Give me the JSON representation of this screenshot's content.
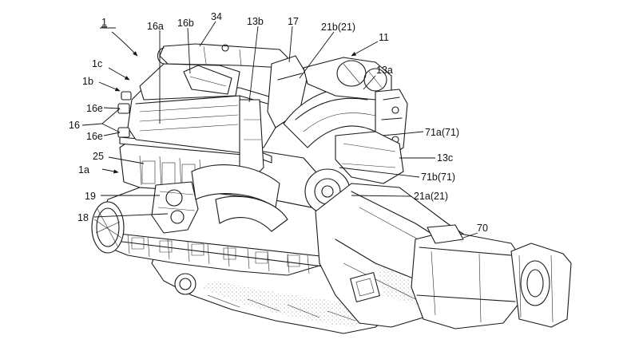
{
  "labels": {
    "l1": "1",
    "l1c": "1c",
    "l1b": "1b",
    "l16e_a": "16e",
    "l16": "16",
    "l16e_b": "16e",
    "l1a": "1a",
    "l25": "25",
    "l19": "19",
    "l18": "18",
    "l16a": "16a",
    "l16b": "16b",
    "l34": "34",
    "l13b": "13b",
    "l17": "17",
    "l21b": "21b(21)",
    "l11": "11",
    "l13a": "13a",
    "l71a": "71a(71)",
    "l13c": "13c",
    "l71b": "71b(71)",
    "l21a": "21a(21)",
    "l70": "70"
  }
}
